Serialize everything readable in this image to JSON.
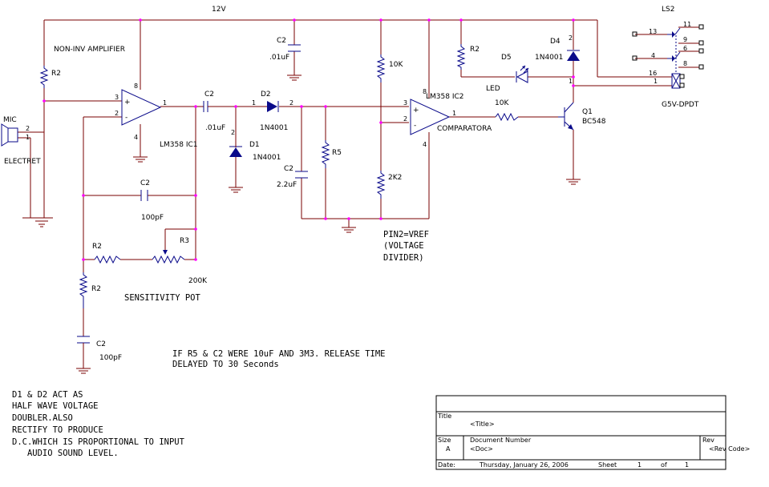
{
  "colors": {
    "wire": "#7a0000",
    "component": "#0a0a8a",
    "junction": "#ff00ff",
    "background": "#ffffff"
  },
  "supply": {
    "label": "12V"
  },
  "mic": {
    "label": "MIC",
    "type": "ELECTRET",
    "pin_top": "2",
    "pin_bottom": "1"
  },
  "ic1": {
    "title": "NON-INV AMPLIFIER",
    "label": "LM358 IC1",
    "pin_plus": "3",
    "pin_minus": "2",
    "pin_out": "1",
    "pin_vcc": "8",
    "pin_gnd": "4",
    "plus_sign": "+",
    "minus_sign": "-"
  },
  "ic2": {
    "label": "LM358 IC2",
    "sub_label": "COMPARATORA",
    "pin_plus": "3",
    "pin_minus": "2",
    "pin_out": "1",
    "pin_vcc": "8",
    "pin_gnd": "4",
    "plus_sign": "+",
    "minus_sign": "-"
  },
  "components": {
    "r2_input": "R2",
    "r2_feedback": "R2",
    "r2_lower": "R2",
    "r2_led": "R2",
    "r3": "R3",
    "r3_value": "200K",
    "r5": "R5",
    "c2_supply": "C2",
    "c2_supply_value": ".01uF",
    "c2_coupling": "C2",
    "c2_coupling_value": ".01uF",
    "c2_feedback": "C2",
    "c2_feedback_value": "100pF",
    "c2_lower": "C2",
    "c2_lower_value": "100pF",
    "c2_hold": "C2",
    "c2_hold_value": "2.2uF",
    "d1": "D1",
    "d1_value": "1N4001",
    "d1_pin": "2",
    "d2": "D2",
    "d2_value": "1N4001",
    "d2_pin_a": "1",
    "d2_pin_k": "2",
    "d4": "D4",
    "d4_value": "1N4001",
    "d4_pin_top": "2",
    "d4_pin_bottom": "1",
    "d5": "D5",
    "d5_value": "LED",
    "r_10k_top": "10K",
    "r_2k2": "2K2",
    "r_10k_base": "10K",
    "q1": "Q1",
    "q1_value": "BC548",
    "relay": "LS2",
    "relay_value": "G5V-DPDT",
    "relay_pins": [
      "13",
      "4",
      "16",
      "1",
      "11",
      "9",
      "6",
      "8"
    ]
  },
  "annotations": {
    "sensitivity": "SENSITIVITY POT",
    "vref_1": "PIN2=VREF",
    "vref_2": "(VOLTAGE",
    "vref_3": "DIVIDER)",
    "release_1": "IF R5 & C2 WERE 10uF AND 3M3. RELEASE TIME",
    "release_2": "DELAYED TO 30 Seconds",
    "notes": [
      "D1 & D2 ACT AS",
      "HALF WAVE VOLTAGE",
      "DOUBLER.ALSO",
      "RECTIFY TO PRODUCE",
      "D.C.WHICH IS PROPORTIONAL TO INPUT",
      "   AUDIO SOUND LEVEL."
    ]
  },
  "title_block": {
    "title_label": "Title",
    "title_value": "<Title>",
    "size_label": "Size",
    "size_value": "A",
    "docnum_label": "Document Number",
    "docnum_value": "<Doc>",
    "rev_label": "Rev",
    "rev_value": "<Rev Code>",
    "date_label": "Date:",
    "date_value": "Thursday, January 26, 2006",
    "sheet_label": "Sheet",
    "sheet_value": "1",
    "of_label": "of",
    "of_value": "1"
  }
}
